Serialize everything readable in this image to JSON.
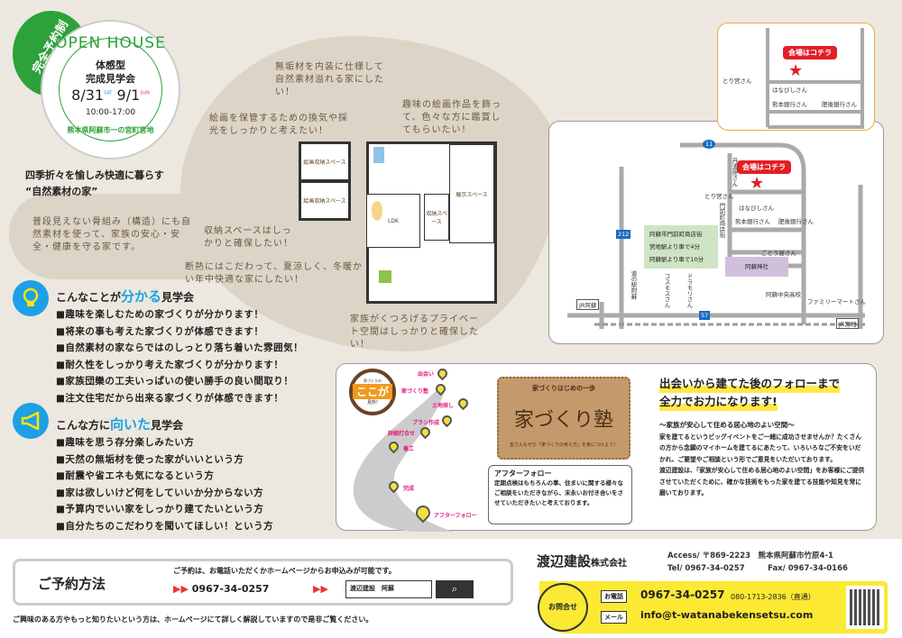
{
  "hero": {
    "reservation_badge": "完全予約制",
    "title": "OPEN HOUSE",
    "subtitle1": "体感型",
    "subtitle2": "完成見学会",
    "date_start": "8/31",
    "day_start": "SAT",
    "date_end": "9/1",
    "day_end": "SUN",
    "hours": "10:00-17:00",
    "location": "熊本県阿蘇市一の宮町宮地"
  },
  "tagline": {
    "line1": "四季折々を愉しみ快適に暮らす",
    "line2": "“自然素材の家”"
  },
  "notes": {
    "structure": "普段見えない骨組み（構造）にも自然素材を使って、家族の安心・安全・健康を守る家です。",
    "muku": "無垢材を内装に仕様して自然素材溢れる家にしたい！",
    "painting_storage": "絵画を保管するための換気や採光をしっかりと考えたい！",
    "gallery": "趣味の絵画作品を飾って、色々な方に鑑賞してもらいたい！",
    "storage": "収納スペースはしっかりと確保したい！",
    "insulation": "断熱にはこだわって、夏涼しく、冬暖かい年中快適な家にしたい！",
    "private": "家族がくつろげるプライベート空間はしっかりと確保したい！"
  },
  "floorplan": {
    "storage1": "絵画収納スペース",
    "storage2": "絵画収納スペース",
    "ldk": "LDK",
    "storage3": "収納スペース",
    "exhibit": "展示スペース"
  },
  "learn": {
    "pre": "こんなことが",
    "hl": "分かる",
    "post": "見学会",
    "items": [
      "■趣味を楽しむための家づくりが分かります！",
      "■将来の事も考えた家づくりが体感できます！",
      "■自然素材の家ならではのしっとり落ち着いた雰囲気！",
      "■耐久性をしっかり考えた家づくりが分かります！",
      "■家族団欒の工夫いっぱいの使い勝手の良い間取り！",
      "■注文住宅だから出来る家づくりが体感できます！"
    ]
  },
  "suited": {
    "pre": "こんな方に",
    "hl": "向いた",
    "post": "見学会",
    "items": [
      "■趣味を思う存分楽しみたい方",
      "■天然の無垢材を使った家がいいという方",
      "■耐震や省エネも気になるという方",
      "■家は欲しいけど何をしていいか分からない方",
      "■予算内でいい家をしっかり建てたいという方",
      "■自分たちのこだわりを聞いてほしい！という方"
    ]
  },
  "map": {
    "venue": "会場はコチラ",
    "shops": [
      "丹波屋さん",
      "とり宮さん",
      "はなびしさん",
      "熊本銀行さん",
      "肥後銀行さん",
      "門前町商店街",
      "ごとう屋さん",
      "阿蘇神社",
      "阿蘇中央高校",
      "ファミリーマートさん",
      "JR宮地",
      "JR阿蘇",
      "道の駅阿蘇",
      "コスモスさん",
      "ドラモリさん"
    ],
    "access": [
      "阿蘇市門前町商店街",
      "宮地駅より車で4分",
      "阿蘇駅より車で10分"
    ],
    "routes": [
      "11",
      "212",
      "57"
    ]
  },
  "journey": {
    "badge_top": "家づくりの",
    "badge_main": "ここが",
    "badge_bottom": "見所!",
    "steps": [
      "出会い",
      "家づくり塾",
      "土地探し",
      "プラン作成",
      "詳細打合せ",
      "着工",
      "完成",
      "アフターフォロー"
    ],
    "card_top": "家づくりはじめの一歩",
    "card_title": "家づくり塾",
    "card_note": "皆さんもぜひ「家づくりの考え方」を身につけよう！",
    "after_title": "アフターフォロー",
    "after_text": "定期点検はもちろんの事、住まいに関する様々なご相談をいただきながら、末永いお付き合いをさせていただきたいと考えております。"
  },
  "support": {
    "head1": "出会いから建てた後のフォローまで",
    "head2": "全力でお力になります!",
    "sub": "～家族が安心して住める居心地のよい空間～",
    "body1": "家を建てるというビッグイベントをご一緒に成功させませんか？たくさんの方から念願のマイホームを建てるにあたって、いろいろなご不安をいだかれ、ご要望やご相談という形でご意見をいただいております。",
    "body2": "渡辺建設は、「家族が安心して住める居心地のよい空間」をお客様にご提供させていただくために、確かな技術をもった家を建てる技能や知見を常に磨いております。"
  },
  "reserve": {
    "title": "ご予約方法",
    "desc": "ご予約は、お電話いただくかホームページからお申込みが可能です。",
    "phone": "0967-34-0257",
    "search_value": "渡辺建設　阿蘇",
    "footnote": "ご興味のある方やもっと知りたいという方は、ホームページにて詳しく解説していますので是非ご覧ください。"
  },
  "company": {
    "name": "渡辺建設",
    "suffix": "株式会社",
    "access": "Access/ 〒869-2223　熊本県阿蘇市竹原4-1",
    "tel": "Tel/ 0967-34-0257",
    "fax": "Fax/ 0967-34-0166",
    "contact": "お問合せ",
    "phone_label": "お電話",
    "phone": "0967-34-0257",
    "mobile": "080-1713-2836（直通）",
    "mail_label": "メール",
    "mail": "info@t-watanabekensetsu.com"
  }
}
